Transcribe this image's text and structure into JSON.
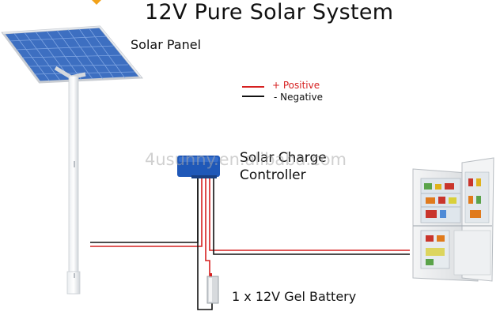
{
  "diagram": {
    "title": "12V Pure Solar System",
    "solar_panel_label": "Solar Panel",
    "legend": {
      "positive": "+ Positive",
      "negative": "- Negative",
      "positive_color": "#d62020",
      "negative_color": "#111111"
    },
    "controller_label": [
      "Solar Charge",
      "Controller"
    ],
    "battery_label": "1 x 12V Gel Battery",
    "watermark": "4usunny.en.alibaba.com",
    "controller_color": "#1f58b8"
  }
}
